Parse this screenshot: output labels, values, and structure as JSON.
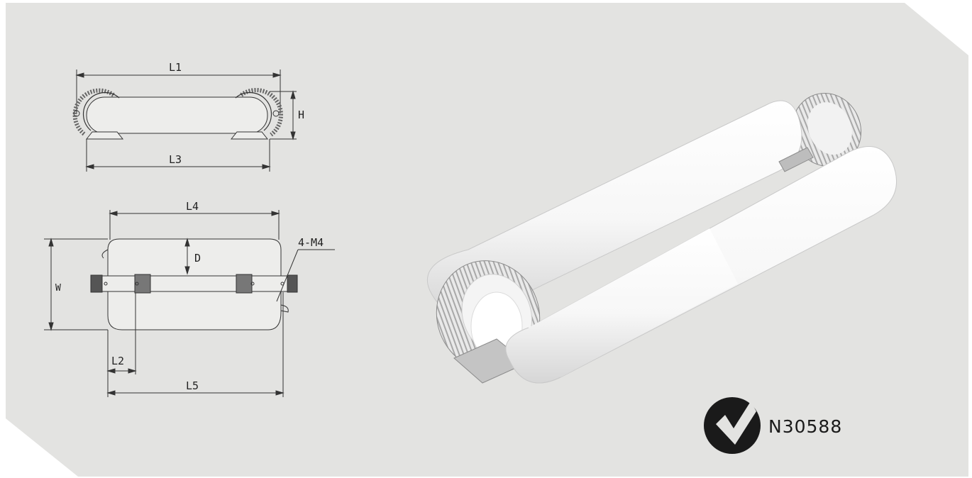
{
  "panel": {
    "background": "#e3e3e1"
  },
  "drawing": {
    "top_view": {
      "labels": {
        "overall_length": "L1",
        "base_length": "L3",
        "height": "H"
      }
    },
    "bottom_view": {
      "labels": {
        "length_l4": "L4",
        "length_l5": "L5",
        "length_l2": "L2",
        "width": "W",
        "depth": "D",
        "mounting": "4-M4"
      }
    }
  },
  "certification": {
    "code": "N30588",
    "mark_icon": "ccc-check-mark-icon"
  }
}
